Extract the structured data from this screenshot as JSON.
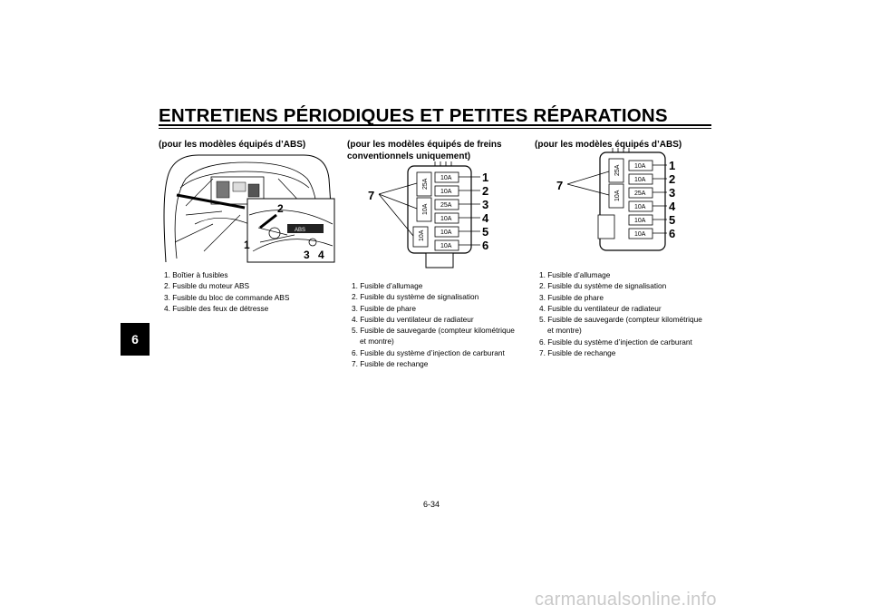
{
  "page": {
    "title": "ENTRETIENS PÉRIODIQUES ET PETITES RÉPARATIONS",
    "chapter_tab": "6",
    "page_number": "6-34",
    "watermark": "carmanualsonline.info"
  },
  "col1": {
    "heading": "(pour les modèles équipés d’ABS)",
    "callouts": [
      "1",
      "2",
      "3",
      "4"
    ],
    "legend": [
      "1. Boîtier à fusibles",
      "2. Fusible du moteur ABS",
      "3. Fusible du bloc de commande ABS",
      "4. Fusible des feux de détresse"
    ]
  },
  "col2": {
    "heading": "(pour les modèles équipés de freins conventionnels uniquement)",
    "fuse_labels": [
      "10A",
      "10A",
      "25A",
      "10A",
      "10A",
      "10A"
    ],
    "spare_labels": [
      "25A",
      "10A",
      "10A"
    ],
    "callouts": [
      "1",
      "2",
      "3",
      "4",
      "5",
      "6",
      "7"
    ],
    "legend": [
      "1. Fusible d’allumage",
      "2. Fusible du système de signalisation",
      "3. Fusible de phare",
      "4. Fusible du ventilateur de radiateur",
      "5. Fusible de sauvegarde (compteur kilométrique et montre)",
      "6. Fusible du système d’injection de carburant",
      "7. Fusible de rechange"
    ]
  },
  "col3": {
    "heading": "(pour les modèles équipés d’ABS)",
    "fuse_labels": [
      "10A",
      "10A",
      "25A",
      "10A",
      "10A",
      "10A"
    ],
    "spare_labels": [
      "25A",
      "10A"
    ],
    "callouts": [
      "1",
      "2",
      "3",
      "4",
      "5",
      "6",
      "7"
    ],
    "legend": [
      "1. Fusible d’allumage",
      "2. Fusible du système de signalisation",
      "3. Fusible de phare",
      "4. Fusible du ventilateur de radiateur",
      "5. Fusible de sauvegarde (compteur kilométrique et montre)",
      "6. Fusible du système d’injection de carburant",
      "7. Fusible de rechange"
    ]
  }
}
